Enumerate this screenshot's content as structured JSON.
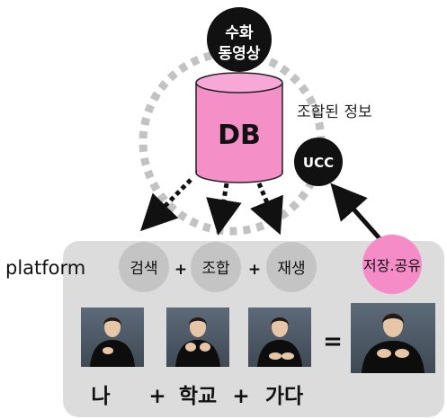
{
  "top_circle": {
    "line1": "수화",
    "line2": "동영상"
  },
  "db": {
    "label": "DB"
  },
  "combined_info": "조합된 정보",
  "ucc": "UCC",
  "platform": {
    "label": "platform",
    "search": "검색",
    "combine": "조합",
    "play": "재생",
    "plus": "+"
  },
  "store_share": "저장.공유",
  "equals": "=",
  "sentence": {
    "word1": "나",
    "plus1": "+",
    "word2": "학교",
    "plus2": "+",
    "word3": "가다"
  },
  "colors": {
    "db_pink": "#f48fc8",
    "store_pink": "#f58cc8",
    "panel_gray": "#dcdcdc",
    "bubble_gray": "#c4c4c4",
    "dashed_gray": "#c2c2c2",
    "black": "#111111"
  },
  "icons": [
    "signer-photo-icon",
    "signer-photo-icon",
    "signer-photo-icon",
    "signer-photo-icon"
  ]
}
